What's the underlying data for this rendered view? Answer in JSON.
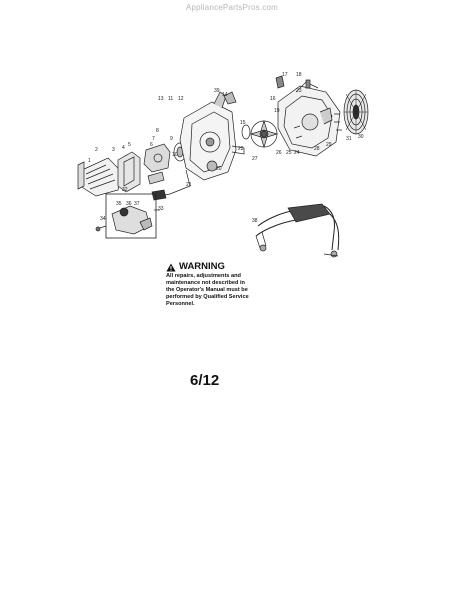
{
  "watermark": "AppliancePartsPros.com",
  "warning": {
    "title": "WARNING",
    "body": "All repairs, adjustments and\nmaintenance not described in\nthe Operator's Manual must be\nperformed by Qualified Service\nPersonnel."
  },
  "page_number": "6/12",
  "part_labels": {
    "l1": "1",
    "l2": "2",
    "l3": "3",
    "l4": "4",
    "l5": "5",
    "l6": "6",
    "l7": "7",
    "l8": "8",
    "l9": "9",
    "l10": "10",
    "l11": "11",
    "l12": "12",
    "l13": "13",
    "l14": "14",
    "l15": "15",
    "l16": "16",
    "l17": "17",
    "l18": "18",
    "l19": "19",
    "l20": "20",
    "l21": "21",
    "l22": "22",
    "l23": "23",
    "l24": "24",
    "l25": "25",
    "l26": "26",
    "l27": "27",
    "l28": "28",
    "l29": "29",
    "l30": "30",
    "l31": "31",
    "l32": "32",
    "l33": "33",
    "l34": "34",
    "l35": "35",
    "l36": "36",
    "l37": "37",
    "l38": "38",
    "l39": "39"
  }
}
